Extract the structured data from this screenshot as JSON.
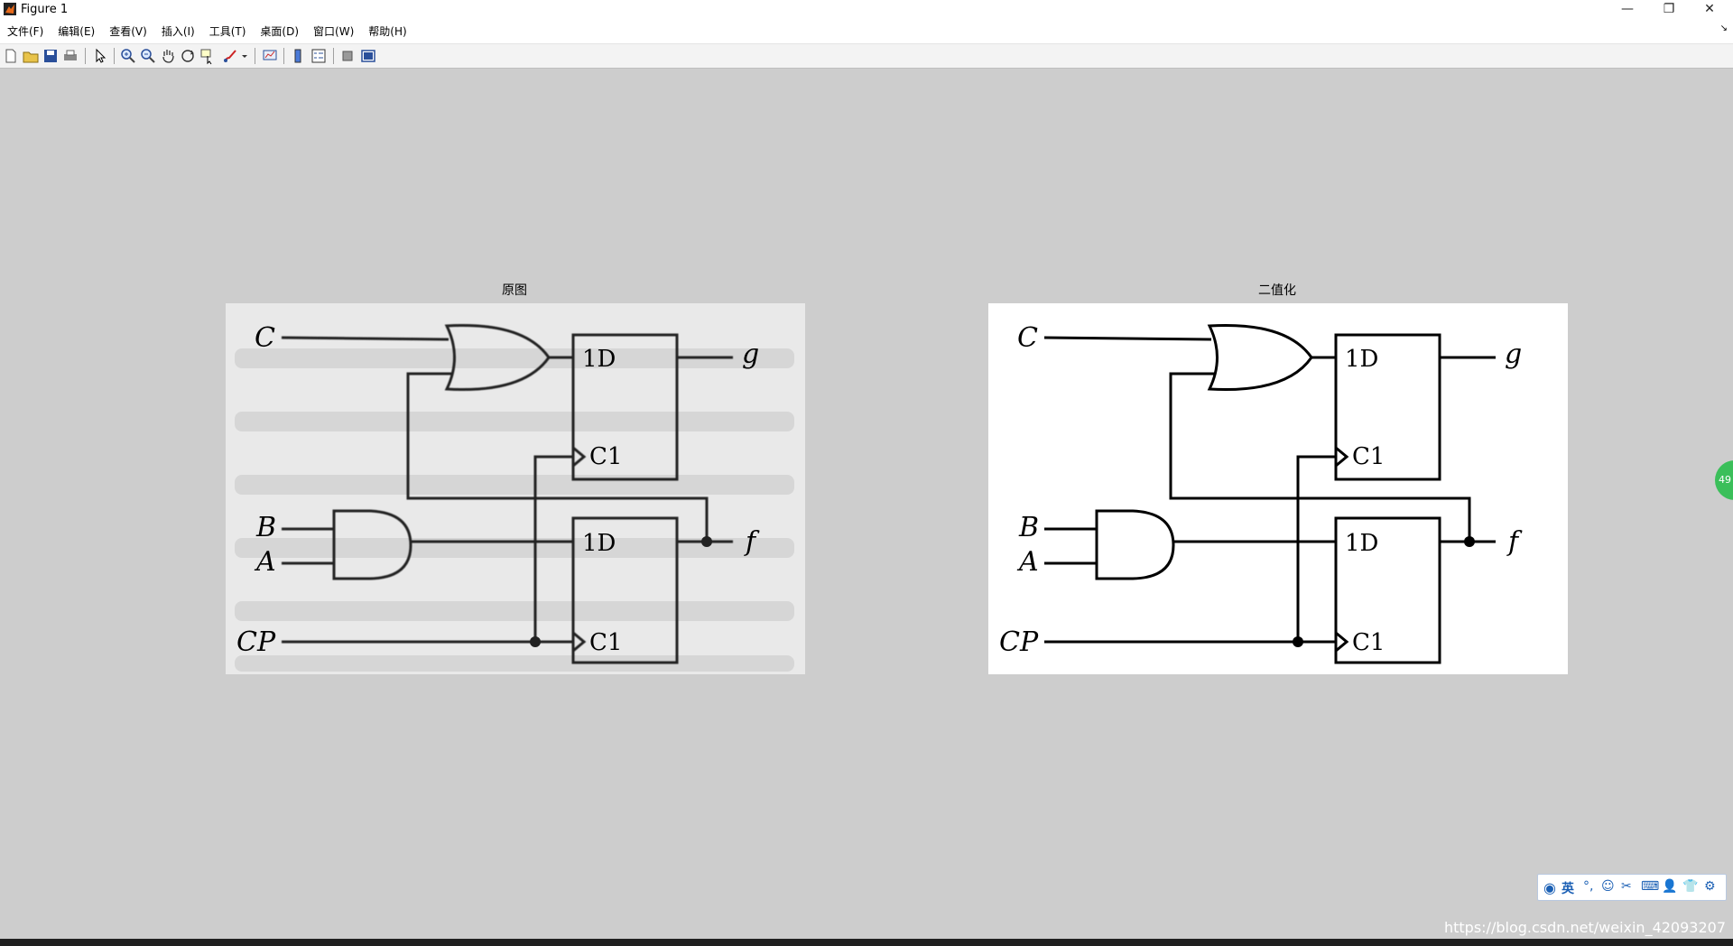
{
  "window": {
    "title": "Figure 1",
    "minimize_icon": "minimize-icon",
    "restore_icon": "restore-icon",
    "close_icon": "close-icon"
  },
  "menu": {
    "items": [
      "文件(F)",
      "编辑(E)",
      "查看(V)",
      "插入(I)",
      "工具(T)",
      "桌面(D)",
      "窗口(W)",
      "帮助(H)"
    ],
    "dock_arrow": "↘"
  },
  "toolbar": {
    "icons": [
      "new-figure-icon",
      "open-file-icon",
      "save-icon",
      "print-icon",
      "pointer-icon",
      "zoom-in-icon",
      "zoom-out-icon",
      "pan-icon",
      "rotate-icon",
      "data-cursor-icon",
      "brush-icon",
      "brush-dropdown-icon",
      "link-plot-icon",
      "colorbar-icon",
      "legend-icon",
      "hide-plot-tools-icon",
      "show-plot-tools-icon"
    ]
  },
  "axes": [
    {
      "title": "原图"
    },
    {
      "title": "二值化"
    }
  ],
  "circuit": {
    "labels": {
      "c": "C",
      "b": "B",
      "a": "A",
      "cp": "CP",
      "g": "g",
      "f": "f"
    },
    "ff_top": {
      "d": "1D",
      "clk": "C1"
    },
    "ff_bottom": {
      "d": "1D",
      "clk": "C1"
    }
  },
  "ime": {
    "lang": "英",
    "icons": [
      "ime-logo-icon",
      "punctuation-icon",
      "emoji-icon",
      "scissors-icon",
      "keyboard-icon",
      "user-icon",
      "skin-icon",
      "settings-icon"
    ]
  },
  "side_badge": "49",
  "watermark": "https://blog.csdn.net/weixin_42093207",
  "colors": {
    "figure_bg": "#cdcdcd",
    "binary_bg": "#ffffff",
    "original_bg": "#e9e9e9"
  }
}
